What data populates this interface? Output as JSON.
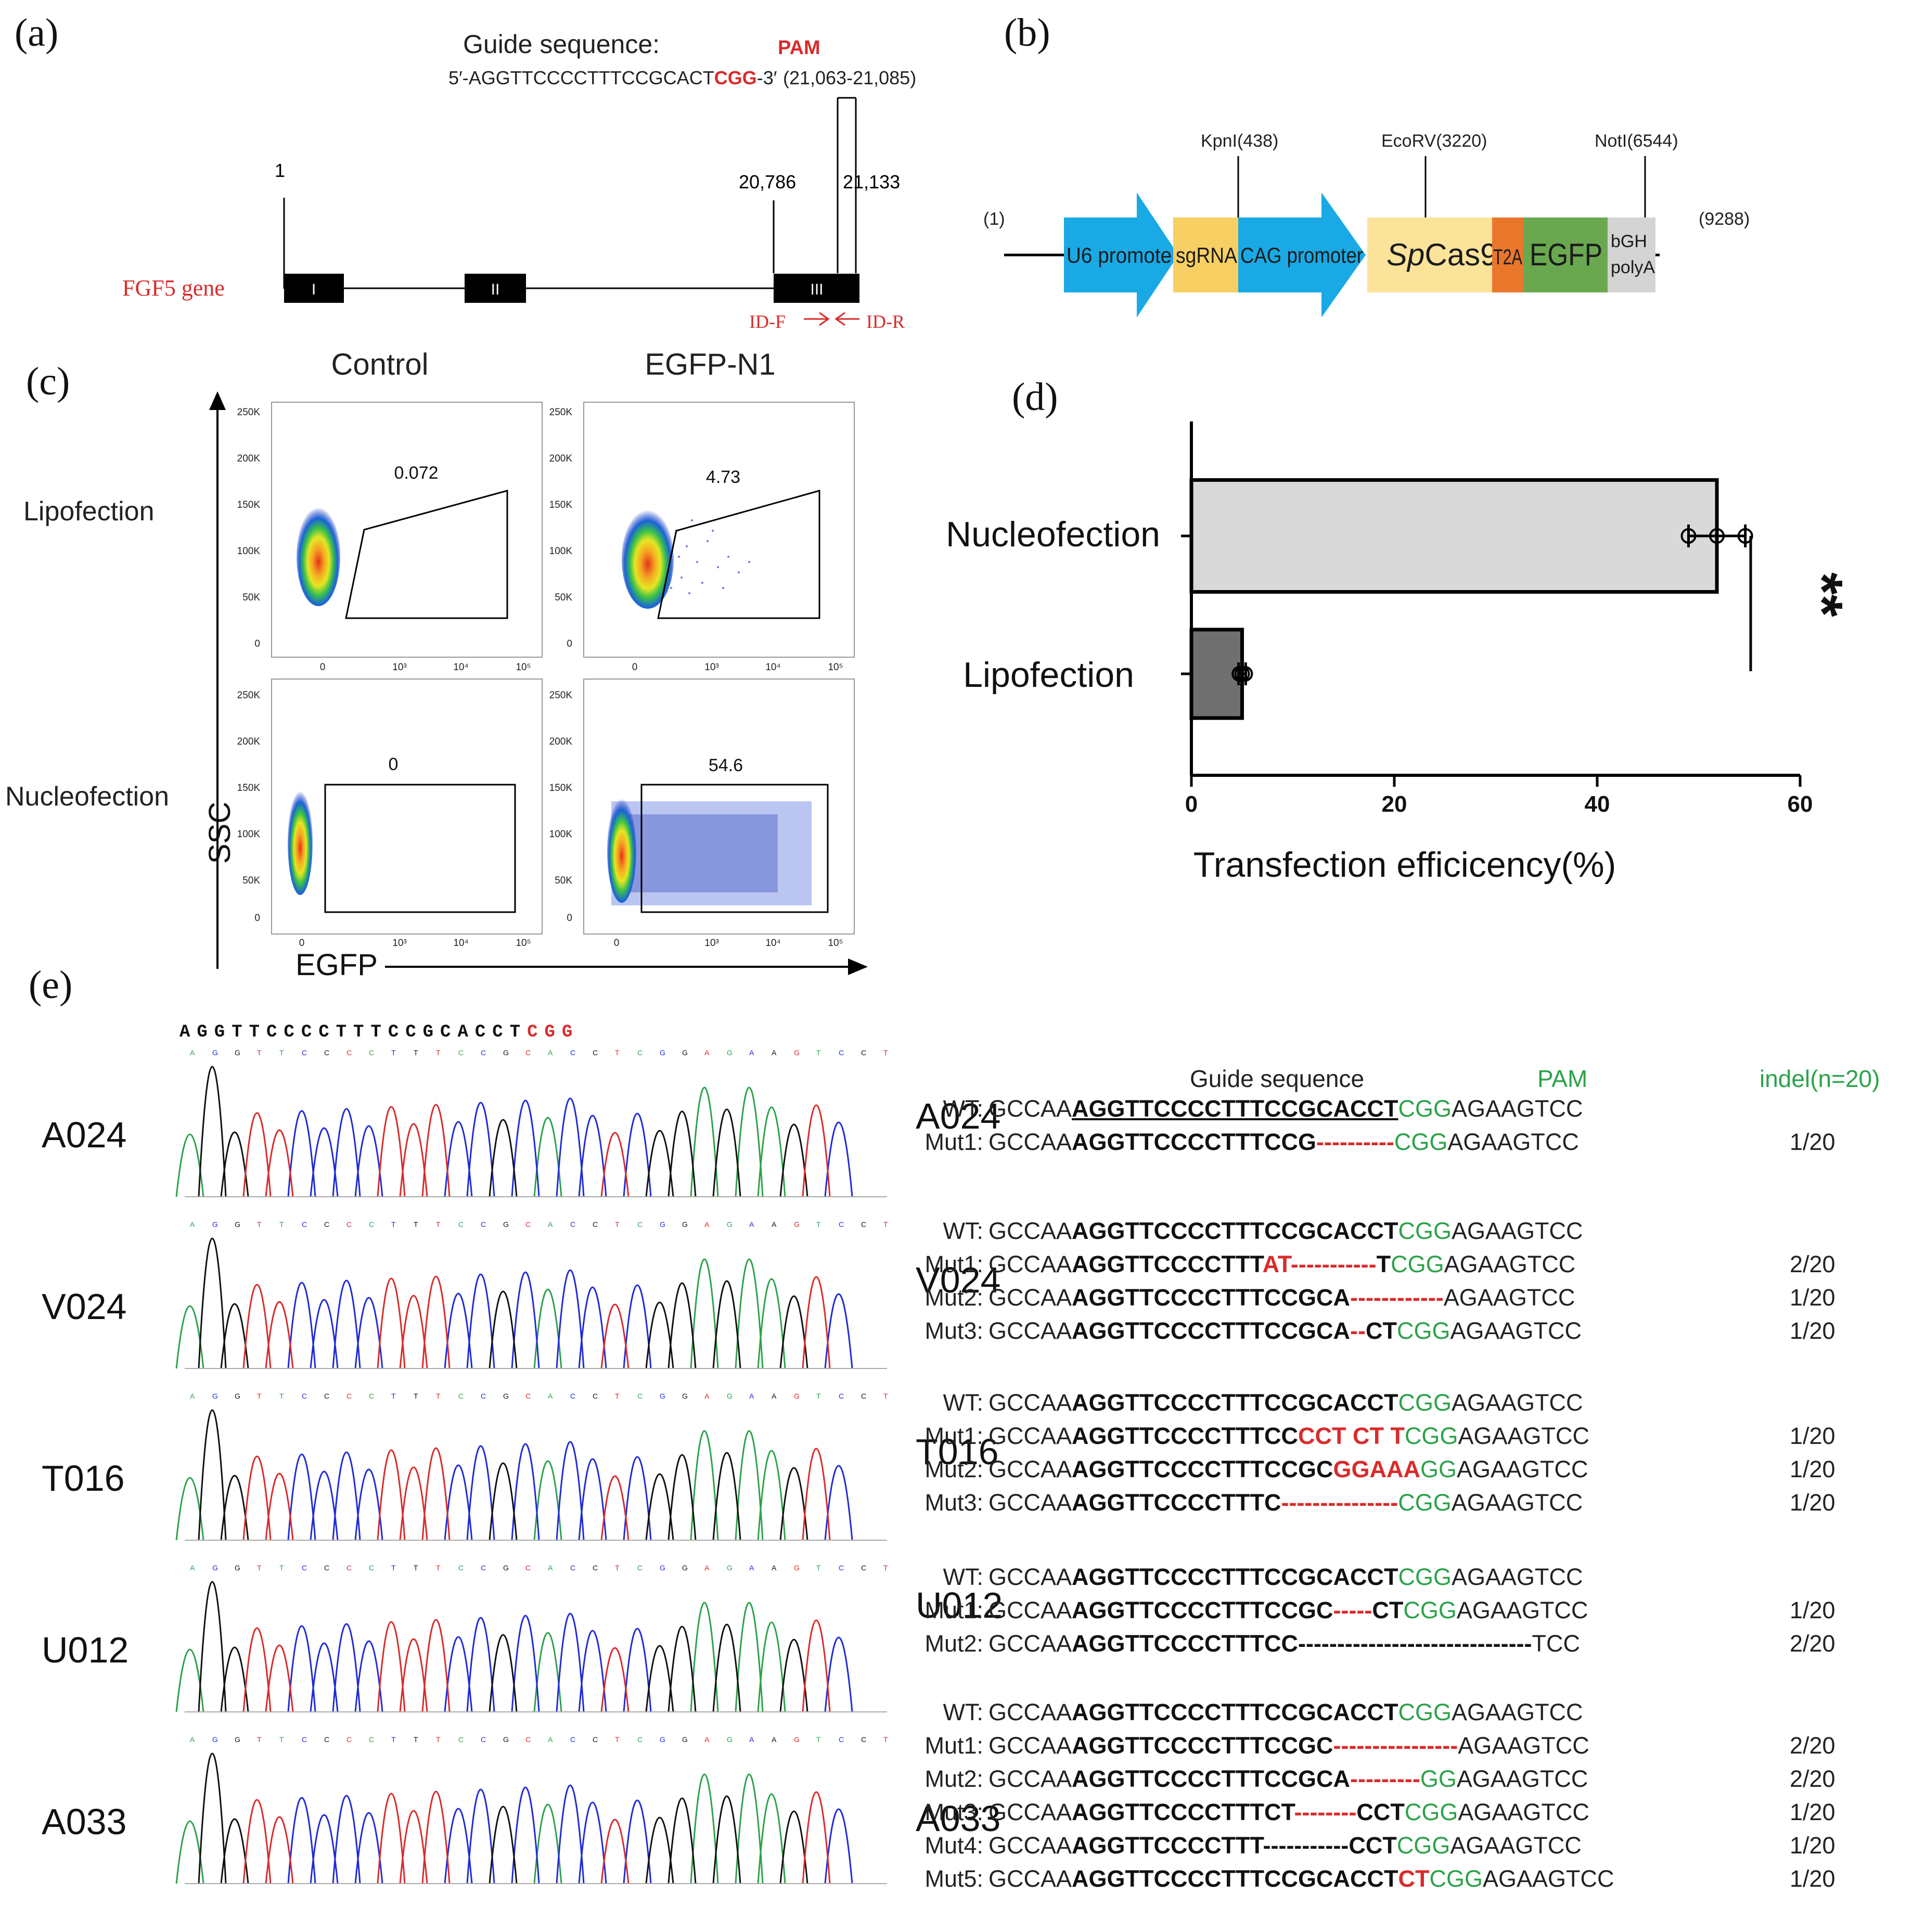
{
  "panels": {
    "a": {
      "label": "(a)",
      "guide_title": "Guide sequence:",
      "pam_label": "PAM",
      "guide_prefix": "5′-AGGTTCCCCTTTCCGCACT",
      "guide_pam": "CGG",
      "guide_suffix": "-3′",
      "guide_coords": "(21,063-21,085)",
      "pos_start": "1",
      "pos_exon3_start": "20,786",
      "pos_end": "21,133",
      "gene_label": "FGF5 gene",
      "exons": [
        "I",
        "II",
        "III"
      ],
      "primer_f": "ID-F",
      "primer_r": "ID-R",
      "colors": {
        "red": "#d92b2b",
        "black": "#000000"
      }
    },
    "b": {
      "label": "(b)",
      "left_num": "(1)",
      "right_num": "(9288)",
      "sites": [
        "KpnI(438)",
        "EcoRV(3220)",
        "NotI(6544)"
      ],
      "u6": "U6 promoter",
      "sgrna": "sgRNA",
      "cag": "CAG promoter",
      "cas9_italic": "Sp",
      "cas9_rest": "Cas9",
      "t2a": "T2A",
      "egfp": "EGFP",
      "bgh1": "bGH",
      "bgh2": "polyA",
      "colors": {
        "promoter": "#19a9e5",
        "sgrna": "#f7cf62",
        "cas9": "#fbe39a",
        "t2a": "#e8772c",
        "egfp": "#6aa84f",
        "bgh": "#d4d4d4"
      }
    },
    "c": {
      "label": "(c)",
      "col_headers": [
        "Control",
        "EGFP-N1"
      ],
      "row_headers": [
        "Lipofection",
        "Nucleofection"
      ],
      "gate_values": [
        "0.072",
        "4.73",
        "0",
        "54.6"
      ],
      "y_ticks": [
        "250K",
        "200K",
        "150K",
        "100K",
        "50K",
        "0"
      ],
      "x_ticks": [
        "0",
        "10³",
        "10⁴",
        "10⁵"
      ],
      "y_axis_label": "SSC",
      "x_axis_label": "EGFP"
    },
    "d": {
      "label": "(d)",
      "significance": "**",
      "xlabel": "Transfection efficicency(%)"
    },
    "e": {
      "label": "(e)",
      "trace_header_black": "AGGTTCCCCTTTCCGCACCT",
      "trace_header_red": "CGG",
      "samples": [
        "A024",
        "V024",
        "T016",
        "U012",
        "A033"
      ],
      "col_guide": "Guide  sequence",
      "col_pam": "PAM",
      "col_indel": "indel(n=20)",
      "groups": [
        {
          "sample": "A024",
          "rows": [
            {
              "label": "WT:",
              "prefix": "GCCAA",
              "bold": "AGGTTCCCCTTTCCGCACCT",
              "red": "",
              "dash": "",
              "tail_black": "",
              "green": "CGG",
              "suffix": "AGAAGTCC",
              "count": ""
            },
            {
              "label": "Mut1:",
              "prefix": "GCCAA",
              "bold": "AGGTTCCCCTTTCCG",
              "red": "",
              "dash": "----------",
              "tail_black": "",
              "green": "CGG",
              "suffix": "AGAAGTCC",
              "count": "1/20"
            }
          ]
        },
        {
          "sample": "V024",
          "rows": [
            {
              "label": "WT:",
              "prefix": "GCCAA",
              "bold": "AGGTTCCCCTTTCCGCACCT",
              "red": "",
              "dash": "",
              "tail_black": "",
              "green": "CGG",
              "suffix": "AGAAGTCC",
              "count": ""
            },
            {
              "label": "Mut1:",
              "prefix": "GCCAA",
              "bold": "AGGTTCCCCTTT",
              "red": "AT",
              "dash": "-----------",
              "tail_black": "T",
              "green": "CGG",
              "suffix": "AGAAGTCC",
              "count": "2/20"
            },
            {
              "label": "Mut2:",
              "prefix": "GCCAA",
              "bold": "AGGTTCCCCTTTCCGCA",
              "red": "",
              "dash": "------------",
              "tail_black": "",
              "green": "",
              "suffix": "AGAAGTCC",
              "count": "1/20"
            },
            {
              "label": "Mut3:",
              "prefix": "GCCAA",
              "bold": "AGGTTCCCCTTTCCGCA",
              "red": "",
              "dash": "--",
              "tail_black": "CT",
              "green": "CGG",
              "suffix": "AGAAGTCC",
              "count": "1/20"
            }
          ]
        },
        {
          "sample": "T016",
          "rows": [
            {
              "label": "WT:",
              "prefix": "GCCAA",
              "bold": "AGGTTCCCCTTTCCGCACCT",
              "red": "",
              "dash": "",
              "tail_black": "",
              "green": "CGG",
              "suffix": "AGAAGTCC",
              "count": ""
            },
            {
              "label": "Mut1:",
              "prefix": "GCCAA",
              "bold": "AGGTTCCCCTTTCC",
              "red": "CCT CT T",
              "dash": "",
              "tail_black": "",
              "green": "CGG",
              "suffix": "AGAAGTCC",
              "count": "1/20"
            },
            {
              "label": "Mut2:",
              "prefix": "GCCAA",
              "bold": "AGGTTCCCCTTTCCGC",
              "red": "GGAAA",
              "dash": "",
              "tail_black": "",
              "green": "GG",
              "suffix": "AGAAGTCC",
              "count": "1/20"
            },
            {
              "label": "Mut3:",
              "prefix": "GCCAA",
              "bold": "AGGTTCCCCTTTC",
              "red": "",
              "dash": "---------------",
              "tail_black": "",
              "green": "CGG",
              "suffix": "AGAAGTCC",
              "count": "1/20"
            }
          ]
        },
        {
          "sample": "U012",
          "rows": [
            {
              "label": "WT:",
              "prefix": "GCCAA",
              "bold": "AGGTTCCCCTTTCCGCACCT",
              "red": "",
              "dash": "",
              "tail_black": "",
              "green": "CGG",
              "suffix": "AGAAGTCC",
              "count": ""
            },
            {
              "label": "Mut1:",
              "prefix": "GCCAA",
              "bold": "AGGTTCCCCTTTCCGC",
              "red": "",
              "dash": "-----",
              "tail_black": "CT",
              "green": "CGG",
              "suffix": "AGAAGTCC",
              "count": "1/20"
            },
            {
              "label": "Mut2:",
              "prefix": "GCCAA",
              "bold": "AGGTTCCCCTTTCC",
              "red": "",
              "dash": "------------------------------",
              "tail_black": "",
              "green": "",
              "suffix": "TCC",
              "count": "2/20",
              "dash_black": true
            }
          ]
        },
        {
          "sample": "A033",
          "rows": [
            {
              "label": "WT:",
              "prefix": "GCCAA",
              "bold": "AGGTTCCCCTTTCCGCACCT",
              "red": "",
              "dash": "",
              "tail_black": "",
              "green": "CGG",
              "suffix": "AGAAGTCC",
              "count": ""
            },
            {
              "label": "Mut1:",
              "prefix": "GCCAA",
              "bold": "AGGTTCCCCTTTCCGC",
              "red": "",
              "dash": "----------------",
              "tail_black": "",
              "green": "",
              "suffix": "AGAAGTCC",
              "count": "2/20"
            },
            {
              "label": "Mut2:",
              "prefix": "GCCAA",
              "bold": "AGGTTCCCCTTTCCGCA",
              "red": "",
              "dash": "---------",
              "tail_black": "",
              "green": "GG",
              "suffix": "AGAAGTCC",
              "count": "2/20"
            },
            {
              "label": "Mut3:",
              "prefix": "GCCAA",
              "bold": "AGGTTCCCCTTTCT",
              "red": "",
              "dash": "--------",
              "tail_black": "CCT",
              "green": "CGG",
              "suffix": "AGAAGTCC",
              "count": "1/20"
            },
            {
              "label": "Mut4:",
              "prefix": "GCCAA",
              "bold": "AGGTTCCCCTTT",
              "red": "",
              "dash": "-----------",
              "tail_black": "CCT",
              "green": "CGG",
              "suffix": "AGAAGTCC",
              "count": "1/20",
              "dash_black": true
            },
            {
              "label": "Mut5:",
              "prefix": "GCCAA",
              "bold": "AGGTTCCCCTTTCCGCACCT",
              "red": "CT",
              "dash": "",
              "tail_black": "",
              "green": "CGG",
              "suffix": "AGAAGTCC",
              "count": "1/20"
            }
          ]
        }
      ]
    }
  },
  "chart_data": {
    "type": "bar",
    "orientation": "horizontal",
    "categories": [
      "Nucleofection",
      "Lipofection"
    ],
    "values": [
      51.8,
      5.0
    ],
    "points": [
      [
        49,
        51.8,
        54.6
      ],
      [
        4.73,
        5.0,
        5.3
      ]
    ],
    "error": [
      2.8,
      0.35
    ],
    "xlim": [
      0,
      60
    ],
    "x_ticks": [
      0,
      20,
      40,
      60
    ],
    "xlabel": "Transfection efficicency(%)",
    "significance": "**",
    "colors": [
      "#d9d9d9",
      "#6f6f6f"
    ]
  }
}
